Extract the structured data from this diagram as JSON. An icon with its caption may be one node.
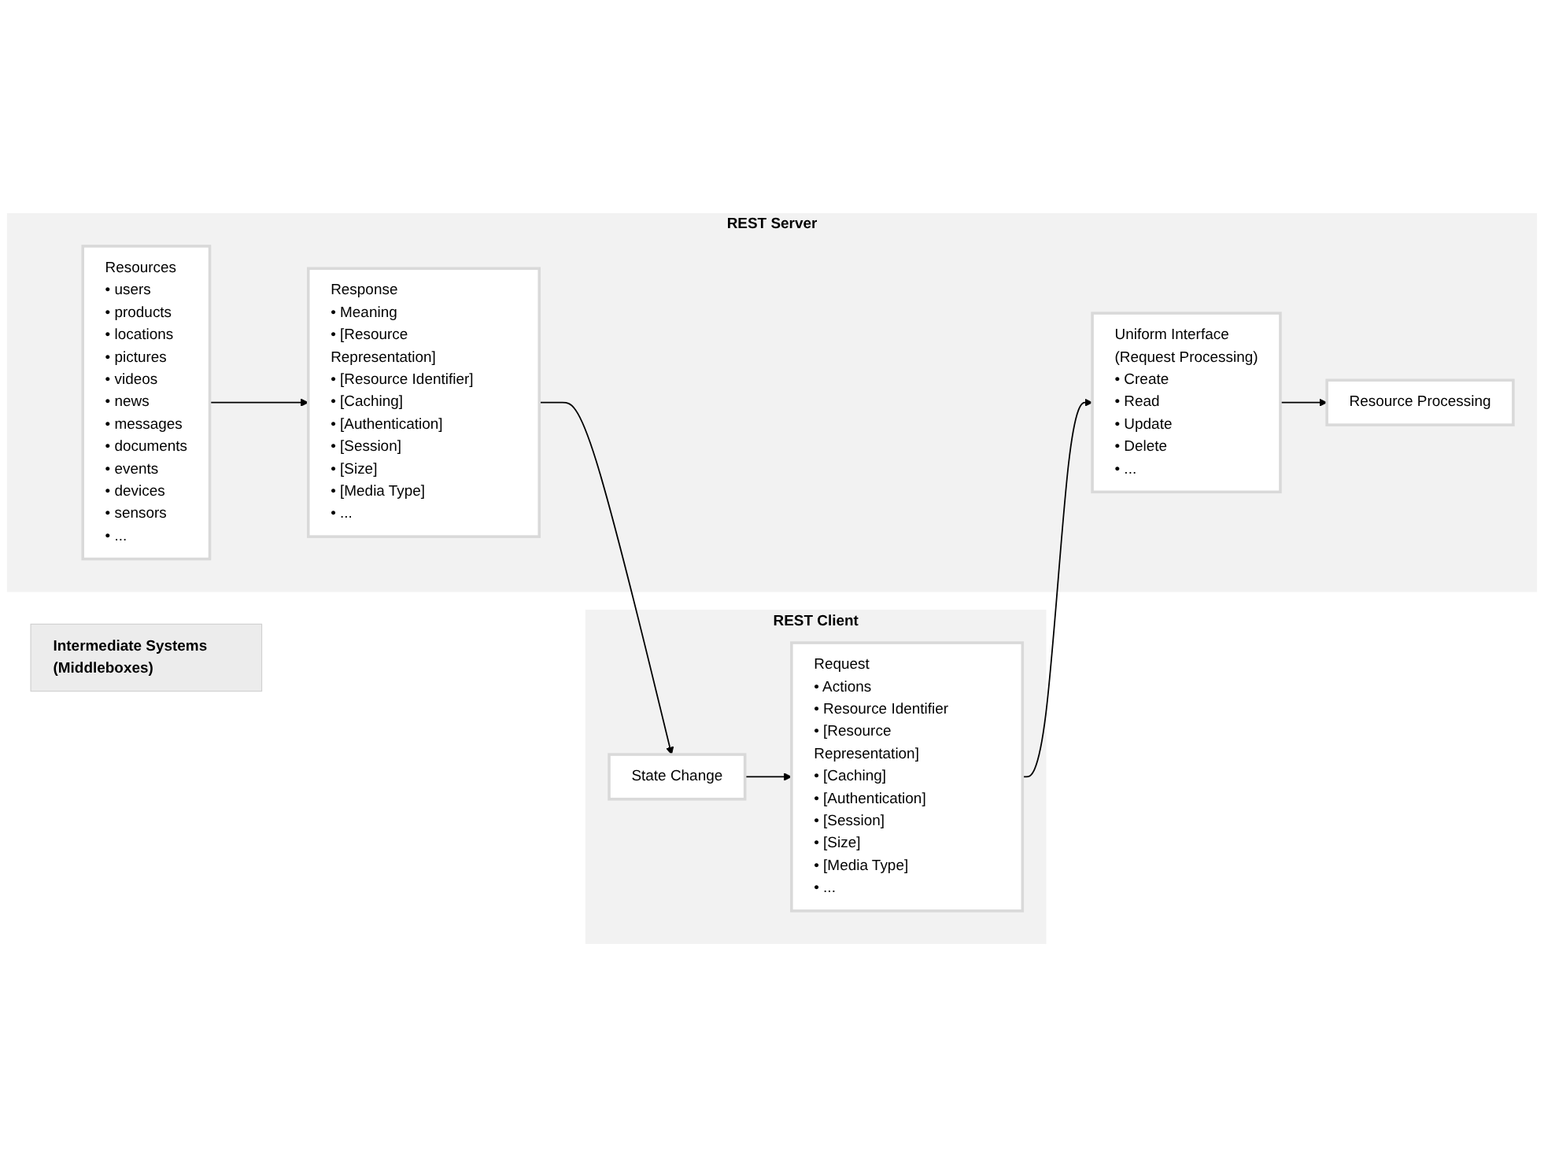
{
  "diagram": {
    "nodes": [
      {
        "text": [
          "REST Client"
        ]
      },
      {
        "text": [
          "Request",
          "• Actions",
          "• Resource Identifier",
          "• [Resource Representation]",
          "• [Caching]",
          "• [Authentication]",
          "• [Session]",
          "• [Size]",
          "• [Media Type]",
          "• ..."
        ],
        "in": 0
      },
      {
        "text": [
          "State Change"
        ],
        "in": 0
      },
      {
        "text": [
          "Intermediate Systems (Middleboxes)"
        ]
      },
      {
        "text": [
          "REST Server"
        ]
      },
      {
        "text": [
          "Uniform Interface",
          "(Request Processing)",
          "• Create",
          "• Read",
          "• Update",
          "• Delete",
          "• ..."
        ],
        "in": 4
      },
      {
        "text": [
          "Resource Processing"
        ],
        "in": 4
      },
      {
        "text": [
          "Resources",
          "• users",
          "• products",
          "• locations",
          "• pictures",
          "• videos",
          "• news",
          "• messages",
          "• documents",
          "• events",
          "• devices",
          "• sensors",
          "• ..."
        ],
        "in": 4
      },
      {
        "text": [
          "Response",
          "• Meaning",
          "• [Resource Representation]",
          "• [Resource Identifier]",
          "• [Caching]",
          "• [Authentication]",
          "• [Session]",
          "• [Size]",
          "• [Media Type]",
          "• ..."
        ],
        "in": 4
      }
    ],
    "edges": [
      {
        "from": 1,
        "to": 5,
        "arrow": "to"
      },
      {
        "from": 5,
        "to": 6,
        "arrow": "to"
      },
      {
        "from": 7,
        "to": 8,
        "arrow": "to"
      },
      {
        "from": 8,
        "to": 2,
        "arrow": "to"
      },
      {
        "from": 2,
        "to": 1,
        "arrow": "to"
      }
    ]
  }
}
